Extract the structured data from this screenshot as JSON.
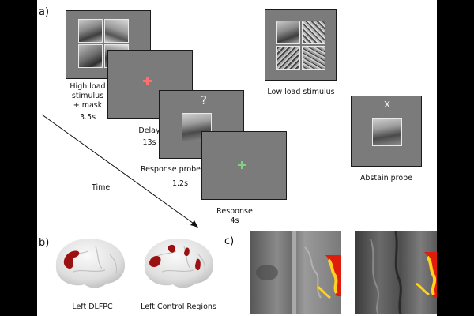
{
  "panels": {
    "a": "a)",
    "b": "b)",
    "c": "c)"
  },
  "trial": {
    "high_load": {
      "line1": "High load",
      "line2": "stimulus",
      "line3": "+ mask",
      "duration": "3.5s"
    },
    "delay": {
      "label": "Delay",
      "duration": "13s"
    },
    "probe": {
      "glyph": "?",
      "label": "Response probe",
      "duration": "1.2s"
    },
    "response": {
      "label": "Response",
      "duration": "4s"
    },
    "time_label": "Time",
    "low_load_label": "Low load stimulus",
    "abstain": {
      "glyph": "x",
      "label": "Abstain probe"
    }
  },
  "brains": {
    "left": "Left DLFPC",
    "right": "Left Control Regions"
  },
  "colors": {
    "screen_gray": "#7b7b7b",
    "fixation_red": "#ff6f6f",
    "fixation_green": "#7fd27f",
    "activation_red": "#9b1111",
    "heatmap_yellow": "#ffd21f",
    "heatmap_red": "#e01c0c"
  }
}
